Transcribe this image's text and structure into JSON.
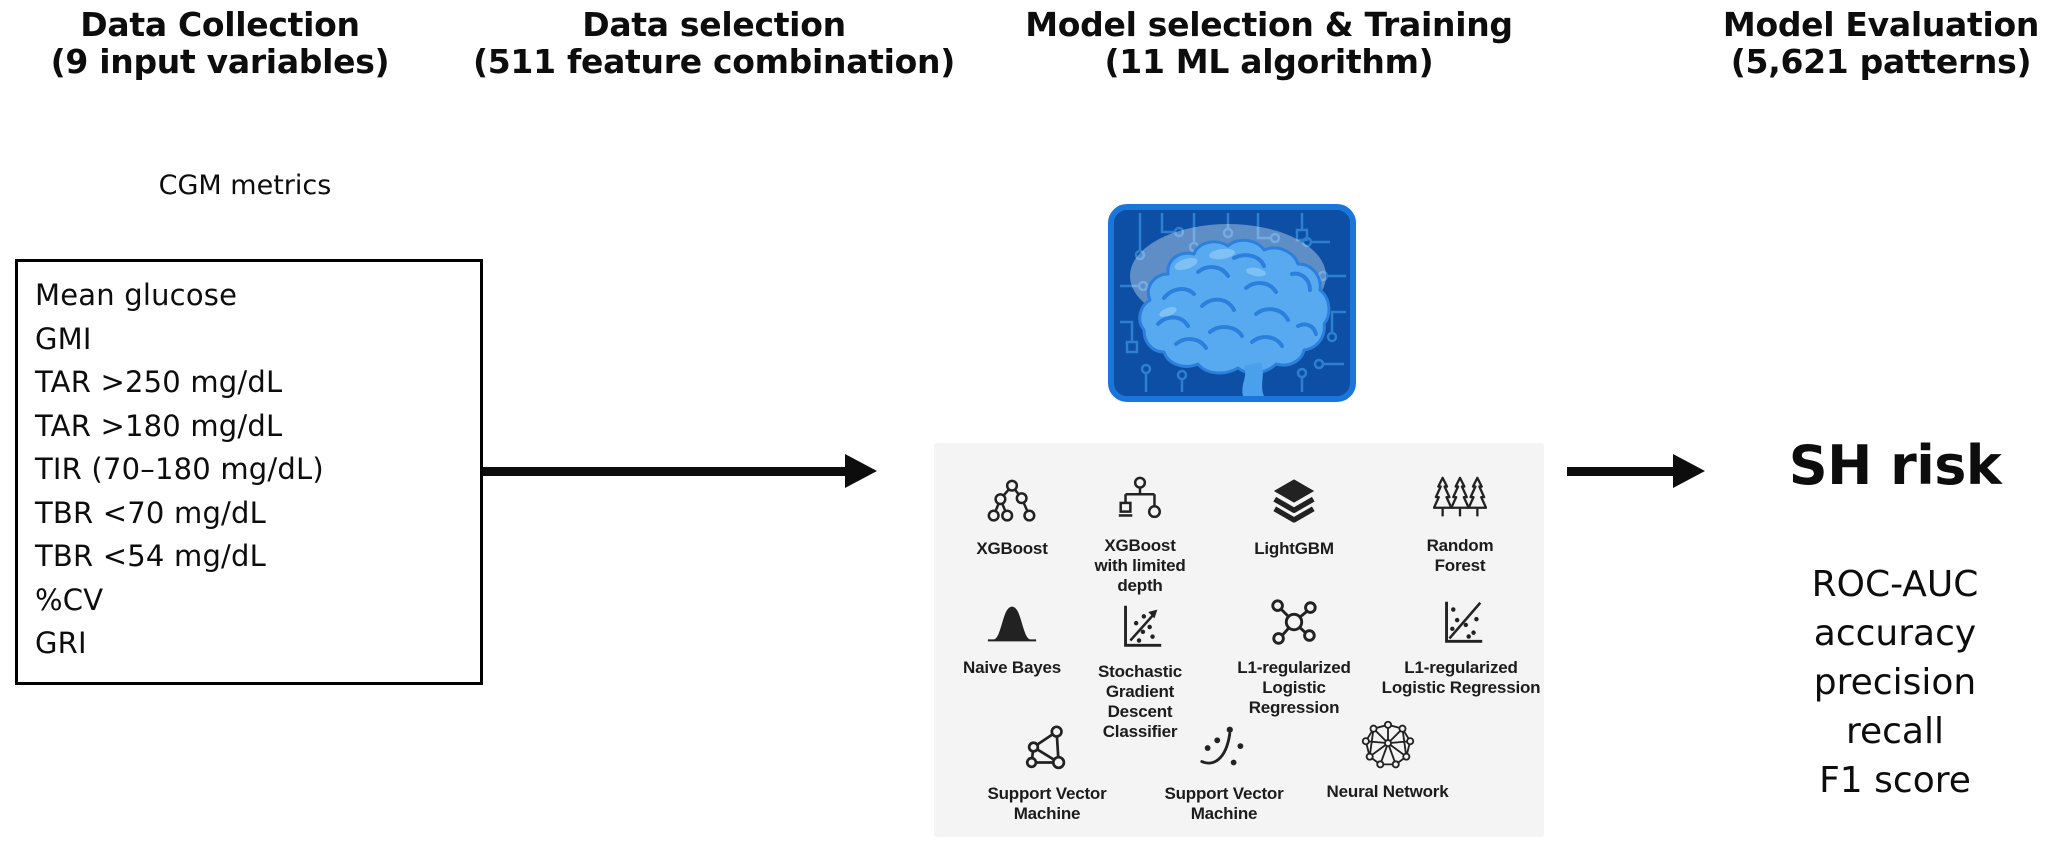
{
  "stages": [
    {
      "title": "Data Collection",
      "subtitle": "(9 input variables)"
    },
    {
      "title": "Data selection",
      "subtitle": "(511 feature combination)"
    },
    {
      "title": "Model selection & Training",
      "subtitle": "(11 ML algorithm)"
    },
    {
      "title": "Model Evaluation",
      "subtitle": "(5,621 patterns)"
    }
  ],
  "cgm": {
    "label": "CGM metrics",
    "metrics": [
      "Mean glucose",
      "GMI",
      "TAR >250 mg/dL",
      "TAR >180 mg/dL",
      "TIR (70–180 mg/dL)",
      "TBR <70 mg/dL",
      "TBR <54 mg/dL",
      "%CV",
      "GRI"
    ]
  },
  "brain_image": "brain-on-circuit-chip-illustration",
  "algorithms": [
    {
      "label": "XGBoost",
      "icon": "tree-nodes-icon"
    },
    {
      "label": "XGBoost\nwith limited\ndepth",
      "icon": "limited-depth-tree-icon"
    },
    {
      "label": "LightGBM",
      "icon": "stacked-layers-icon"
    },
    {
      "label": "Random\nForest",
      "icon": "pine-trees-icon"
    },
    {
      "label": "Naive Bayes",
      "icon": "bell-curve-icon"
    },
    {
      "label": "Stochastic\nGradient\nDescent\nClassifier",
      "icon": "scatter-arrow-axes-icon"
    },
    {
      "label": "L1-regularized\nLogistic\nRegression",
      "icon": "molecule-nodes-icon"
    },
    {
      "label": "L1-regularized\nLogistic Regression",
      "icon": "scatter-boundary-axes-icon"
    },
    {
      "label": "Support Vector\nMachine",
      "icon": "graph-polygon-icon"
    },
    {
      "label": "Support Vector\nMachine",
      "icon": "curve-separator-icon"
    },
    {
      "label": "Neural Network",
      "icon": "network-mesh-icon"
    }
  ],
  "output": {
    "title": "SH risk",
    "metrics": [
      "ROC-AUC",
      "accuracy",
      "precision",
      "recall",
      "F1 score"
    ]
  },
  "colors": {
    "text": "#0d0d0d",
    "arrow": "#0d0d0d",
    "panel_bg": "#f4f4f5",
    "icon_stroke": "#222222",
    "brain_chip_bg": "#0c4fa4",
    "brain_chip_border": "#1b76dc",
    "brain_trace": "#2e7fd0",
    "brain_fill": "#58aaf0",
    "brain_outline": "#2b80dd",
    "brain_glow": "#e8f4ff"
  }
}
